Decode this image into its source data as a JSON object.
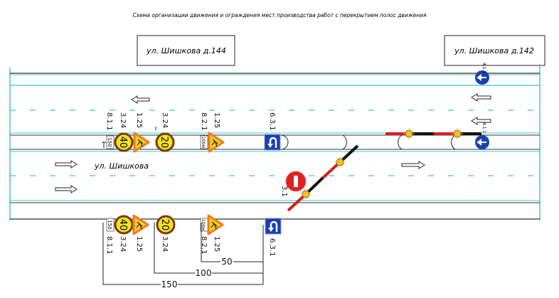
{
  "title": "Схема организации движения и ограждения мест производства работ с перекрытием полос движения",
  "buildings": [
    {
      "label": "ул. Шишкова д.144"
    },
    {
      "label": "ул. Шишкова д.142"
    }
  ],
  "street_name": "ул. Шишкова",
  "top_row_signs": {
    "plate_811": {
      "code": "8.1.1",
      "text": "150"
    },
    "speed_40": {
      "code": "3.24",
      "text": "40"
    },
    "roadworks_1": {
      "code": "1.25"
    },
    "speed_20": {
      "code": "3.24",
      "text": "20"
    },
    "plate_821": {
      "code": "8.2.1",
      "text": "100м"
    },
    "roadworks_2": {
      "code": "1.25"
    },
    "uturn": {
      "code": "6.3.1"
    }
  },
  "bottom_row_signs": {
    "plate_811": {
      "code": "8.1.1",
      "text": "150"
    },
    "speed_40": {
      "code": "3.24",
      "text": "40"
    },
    "roadworks_1": {
      "code": "1.25"
    },
    "speed_20": {
      "code": "3.24",
      "text": "20"
    },
    "plate_821": {
      "code": "8.2.1",
      "text": "100м"
    },
    "roadworks_2": {
      "code": "1.25"
    },
    "uturn": {
      "code": "6.3.1"
    }
  },
  "no_entry_sign": {
    "code": "3.1"
  },
  "direction_signs": [
    {
      "code": "4.1.1"
    },
    {
      "code": "4.1.1"
    }
  ],
  "dimensions": [
    "50",
    "100",
    "150"
  ],
  "colors": {
    "lane_line": "#3cc8d0",
    "barrier_red": "#d42020",
    "sign_blue": "#1a3fb0",
    "sign_yellow": "#f4e41a",
    "warning_orange": "#f07a20"
  }
}
